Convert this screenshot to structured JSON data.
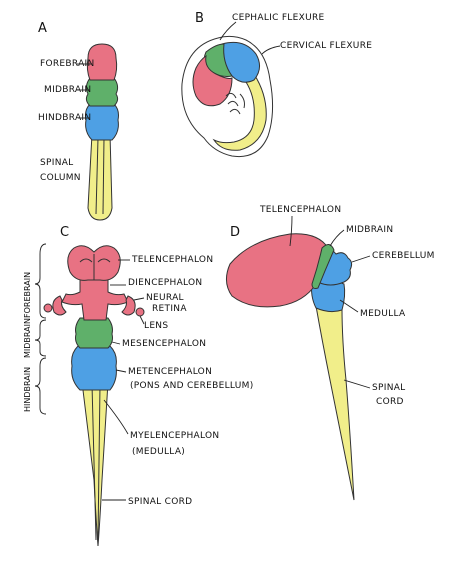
{
  "colors": {
    "forebrain": "#e87283",
    "midbrain": "#5fb06a",
    "hindbrain": "#4ea0e4",
    "spinal": "#f1ee8a",
    "outline": "#333333"
  },
  "panel_a": {
    "letter": "A",
    "labels": {
      "forebrain": "FOREBRAIN",
      "midbrain": "MIDBRAIN",
      "hindbrain": "HINDBRAIN",
      "spinal_1": "SPINAL",
      "spinal_2": "COLUMN"
    }
  },
  "panel_b": {
    "letter": "B",
    "labels": {
      "cephalic": "CEPHALIC FLEXURE",
      "cervical": "CERVICAL FLEXURE"
    }
  },
  "panel_c": {
    "letter": "C",
    "side_brackets": {
      "forebrain": "FOREBRAIN",
      "midbrain": "MIDBRAIN",
      "hindbrain": "HINDBRAIN"
    },
    "labels": {
      "telencephalon": "TELENCEPHALON",
      "diencephalon": "DIENCEPHALON",
      "neural_retina_1": "NEURAL",
      "neural_retina_2": "RETINA",
      "lens": "LENS",
      "mesencephalon": "MESENCEPHALON",
      "metencephalon": "METENCEPHALON",
      "metencephalon_sub": "(PONS AND CEREBELLUM)",
      "myelencephalon": "MYELENCEPHALON",
      "myelencephalon_sub": "(MEDULLA)",
      "spinal_cord": "SPINAL CORD"
    }
  },
  "panel_d": {
    "letter": "D",
    "labels": {
      "telencephalon": "TELENCEPHALON",
      "midbrain": "MIDBRAIN",
      "cerebellum": "CEREBELLUM",
      "medulla": "MEDULLA",
      "spinal_1": "SPINAL",
      "spinal_2": "CORD"
    }
  }
}
